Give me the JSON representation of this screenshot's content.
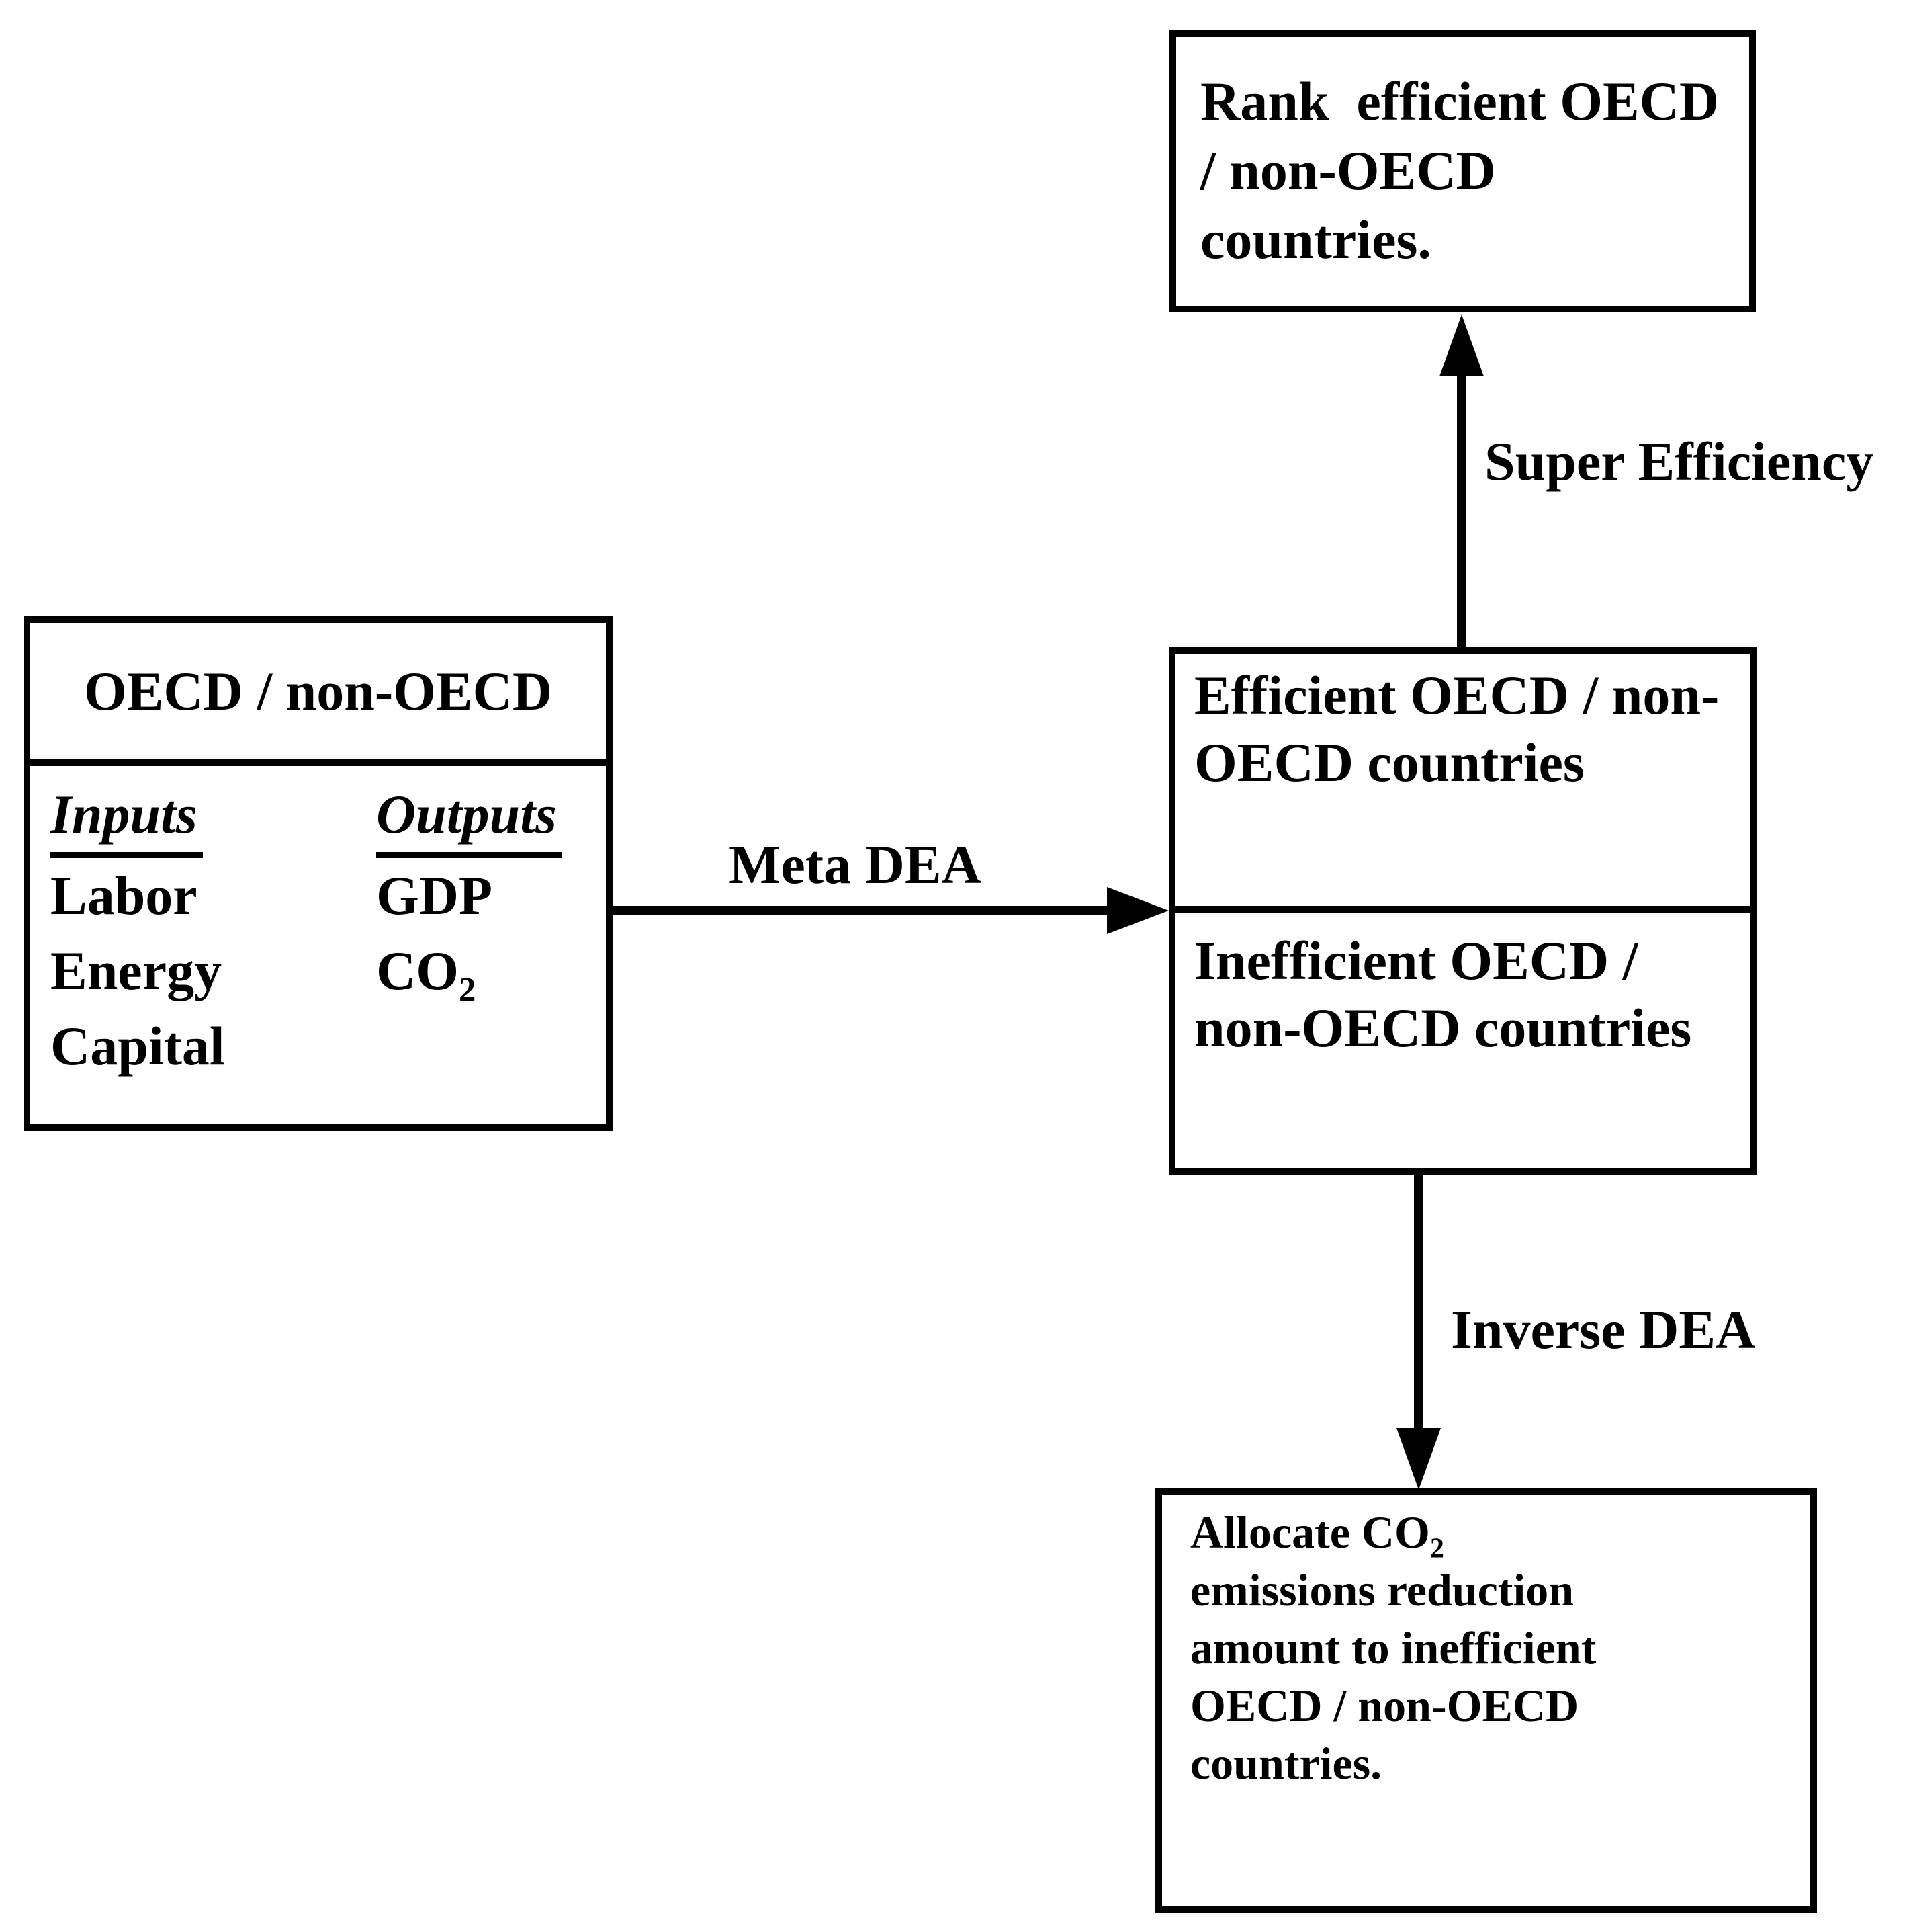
{
  "canvas": {
    "background_color": "#ffffff",
    "ink_color": "#000000"
  },
  "boxes": {
    "rank": {
      "lines": [
        "Rank  efficient OECD",
        "/ non-OECD",
        "countries."
      ]
    },
    "source": {
      "title": "OECD / non-OECD",
      "inputs_header": "Inputs",
      "outputs_header": "Outputs",
      "inputs": [
        "Labor",
        "Energy",
        "Capital"
      ],
      "outputs_row1": "GDP",
      "outputs_row2_base": "CO",
      "outputs_row2_sub": "2"
    },
    "classified": {
      "efficient_lines": [
        "Efficient OECD / non-",
        "OECD countries"
      ],
      "inefficient_lines": [
        "Inefficient OECD /",
        "non-OECD countries"
      ]
    },
    "allocate": {
      "line1_base": "Allocate CO",
      "line1_sub": "2",
      "lines_rest": [
        "emissions reduction",
        "amount to inefficient",
        "OECD / non-OECD",
        "countries."
      ]
    }
  },
  "arrows": {
    "meta_dea": {
      "label": "Meta DEA",
      "direction": "right"
    },
    "super_efficiency": {
      "label": "Super Efficiency",
      "direction": "up"
    },
    "inverse_dea": {
      "label": "Inverse DEA",
      "direction": "down"
    }
  }
}
